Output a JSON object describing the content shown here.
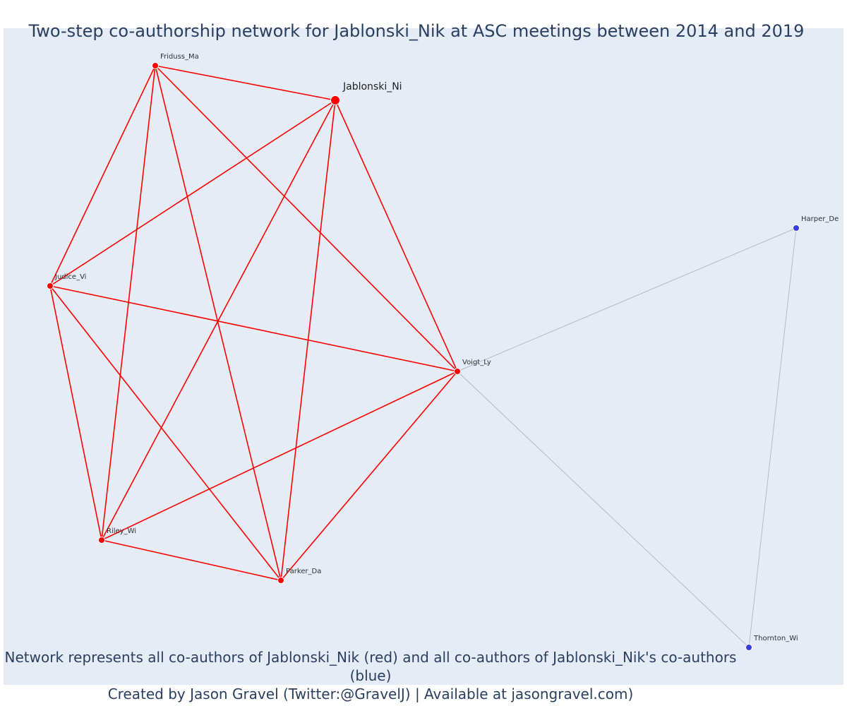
{
  "title": "Two-step co-authorship network for Jablonski_Nik at ASC meetings between 2014 and 2019",
  "footer": {
    "line1": "Network represents all co-authors of Jablonski_Nik (red) and all co-authors of Jablonski_Nik's co-authors (blue)",
    "line2": "Created by Jason Gravel (Twitter:@GravelJ) | Available at jasongravel.com)"
  },
  "colors": {
    "background": "#e5ecf6",
    "direct": "#ff0000",
    "indirect": "#3a3ae8",
    "indirect_edge": "#b5b9c9",
    "text": "#2a3f5f"
  },
  "nodes": [
    {
      "id": "Friduss_Ma",
      "label": "Friduss_Ma",
      "group": "direct"
    },
    {
      "id": "Jablonski_Ni",
      "label": "Jablonski_Ni",
      "group": "focal"
    },
    {
      "id": "Judice_Vi",
      "label": "Judice_Vi",
      "group": "direct"
    },
    {
      "id": "Voigt_Ly",
      "label": "Voigt_Ly",
      "group": "direct"
    },
    {
      "id": "Riley_Wi",
      "label": "Riley_Wi",
      "group": "direct"
    },
    {
      "id": "Parker_Da",
      "label": "Parker_Da",
      "group": "direct"
    },
    {
      "id": "Harper_De",
      "label": "Harper_De",
      "group": "indirect"
    },
    {
      "id": "Thornton_Wi",
      "label": "Thornton_Wi",
      "group": "indirect"
    }
  ],
  "edges": [
    [
      "Friduss_Ma",
      "Jablonski_Ni",
      "direct"
    ],
    [
      "Friduss_Ma",
      "Judice_Vi",
      "direct"
    ],
    [
      "Friduss_Ma",
      "Riley_Wi",
      "direct"
    ],
    [
      "Friduss_Ma",
      "Parker_Da",
      "direct"
    ],
    [
      "Friduss_Ma",
      "Voigt_Ly",
      "direct"
    ],
    [
      "Jablonski_Ni",
      "Judice_Vi",
      "direct"
    ],
    [
      "Jablonski_Ni",
      "Riley_Wi",
      "direct"
    ],
    [
      "Jablonski_Ni",
      "Parker_Da",
      "direct"
    ],
    [
      "Jablonski_Ni",
      "Voigt_Ly",
      "direct"
    ],
    [
      "Judice_Vi",
      "Voigt_Ly",
      "direct"
    ],
    [
      "Judice_Vi",
      "Riley_Wi",
      "direct"
    ],
    [
      "Judice_Vi",
      "Parker_Da",
      "direct"
    ],
    [
      "Riley_Wi",
      "Voigt_Ly",
      "direct"
    ],
    [
      "Riley_Wi",
      "Parker_Da",
      "direct"
    ],
    [
      "Parker_Da",
      "Voigt_Ly",
      "direct"
    ],
    [
      "Voigt_Ly",
      "Harper_De",
      "indirect"
    ],
    [
      "Voigt_Ly",
      "Thornton_Wi",
      "indirect"
    ],
    [
      "Harper_De",
      "Thornton_Wi",
      "indirect"
    ]
  ]
}
